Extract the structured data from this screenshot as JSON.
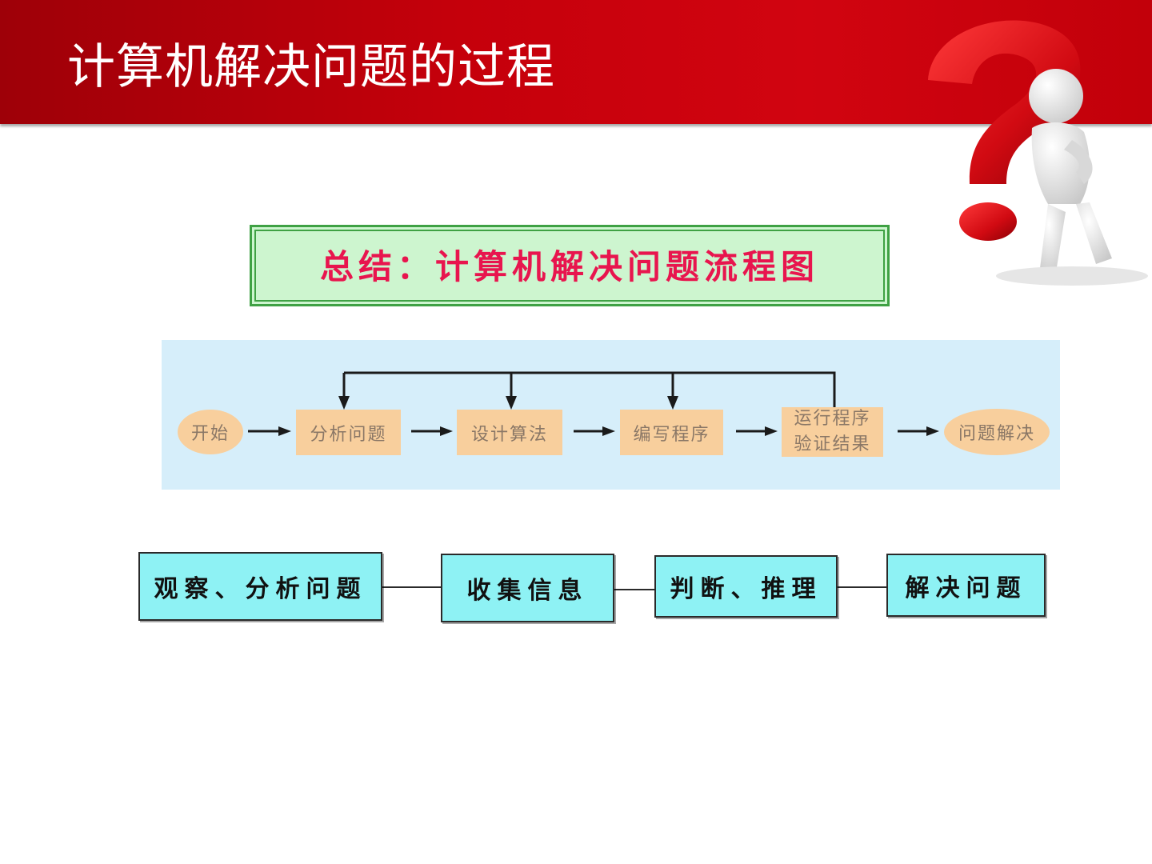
{
  "header": {
    "title": "计算机解决问题的过程"
  },
  "summary": {
    "title": "总结：计算机解决问题流程图"
  },
  "flow": {
    "start": "开始",
    "steps": [
      "分析问题",
      "设计算法",
      "编写程序"
    ],
    "run_step": [
      "运行程序",
      "验证结果"
    ],
    "end": "问题解决"
  },
  "process": {
    "steps": [
      "观察、分析问题",
      "收集信息",
      "判断、推理",
      "解决问题"
    ]
  },
  "colors": {
    "header_red": "#c5000b",
    "banner_green": "#cdf5cf",
    "banner_text": "#e8154e",
    "flow_panel": "#d6eefa",
    "flow_node": "#f8cf9d",
    "process_box": "#8ef2f4"
  }
}
